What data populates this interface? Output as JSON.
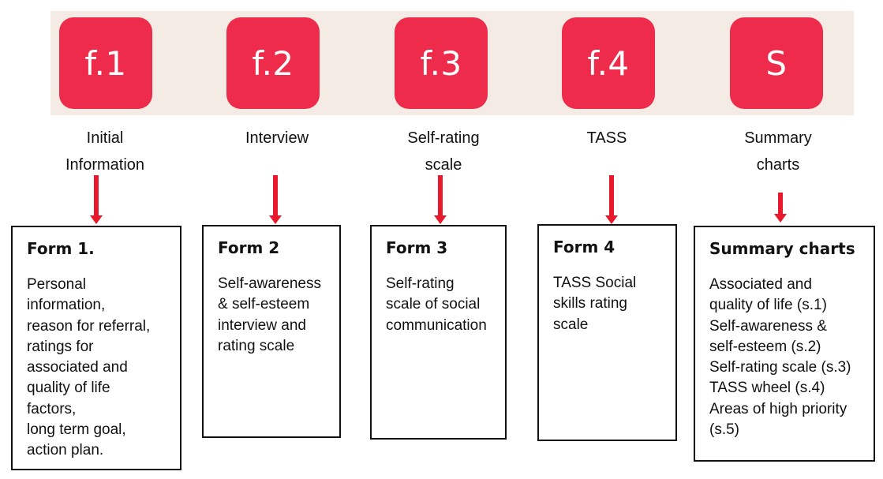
{
  "colors": {
    "accent": "#ee2b4b",
    "arrow": "#e8192c",
    "band": "#f4ece4"
  },
  "steps": [
    {
      "tile": "f.1",
      "caption": [
        "Initial",
        "Information"
      ]
    },
    {
      "tile": "f.2",
      "caption": [
        "Interview"
      ]
    },
    {
      "tile": "f.3",
      "caption": [
        "Self-rating",
        "scale"
      ]
    },
    {
      "tile": "f.4",
      "caption": [
        "TASS"
      ]
    },
    {
      "tile": "S",
      "caption": [
        "Summary",
        "charts"
      ]
    }
  ],
  "boxes": [
    {
      "title": "Form 1.",
      "lines": [
        "Personal",
        "information,",
        "reason for referral,",
        "ratings for",
        "associated and",
        "quality of life",
        "factors,",
        "long term goal,",
        "action plan."
      ]
    },
    {
      "title": "Form 2",
      "lines": [
        "Self-awareness",
        "& self-esteem",
        "interview and",
        "rating scale"
      ]
    },
    {
      "title": "Form 3",
      "lines": [
        "Self-rating",
        "scale of social",
        "communication"
      ]
    },
    {
      "title": "Form 4",
      "lines": [
        "TASS Social",
        "skills rating",
        "scale"
      ]
    },
    {
      "title": "Summary charts",
      "lines": [
        "Associated and",
        "quality of life (s.1)",
        "Self-awareness &",
        "self-esteem (s.2)",
        "Self-rating scale (s.3)",
        "TASS wheel (s.4)",
        "Areas of high priority",
        "(s.5)"
      ]
    }
  ]
}
